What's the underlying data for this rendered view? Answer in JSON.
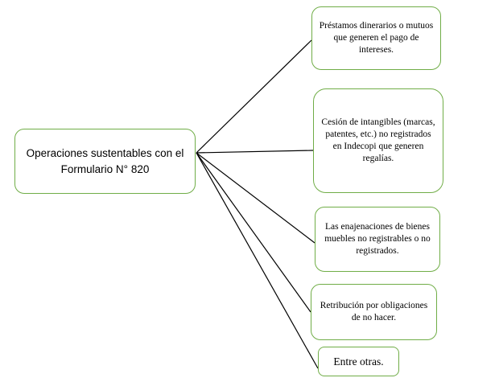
{
  "root": {
    "text": "Operaciones sustentables con el Formulario N° 820"
  },
  "items": [
    {
      "text": "Préstamos dinerarios o mutuos que generen el pago de intereses."
    },
    {
      "text": "Cesión de intangibles (marcas, patentes, etc.) no registrados en Indecopi que generen regalías."
    },
    {
      "text": "Las enajenaciones de bienes muebles no registrables o no registrados."
    },
    {
      "text": "Retribución por obligaciones de no hacer."
    },
    {
      "text": "Entre otras."
    }
  ],
  "colors": {
    "box_border": "#70ad47",
    "connector": "#000000"
  }
}
